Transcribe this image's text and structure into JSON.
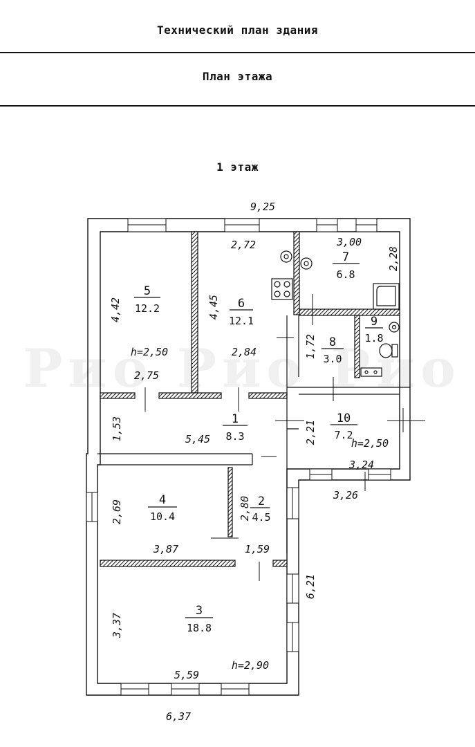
{
  "header": {
    "title": "Технический план здания",
    "subtitle": "План этажа"
  },
  "floor_label": "1 этаж",
  "watermark": "Рио Рио Рио",
  "rooms": [
    {
      "number": "1",
      "area": "8.3"
    },
    {
      "number": "2",
      "area": "4.5"
    },
    {
      "number": "3",
      "area": "18.8"
    },
    {
      "number": "4",
      "area": "10.4"
    },
    {
      "number": "5",
      "area": "12.2"
    },
    {
      "number": "6",
      "area": "12.1"
    },
    {
      "number": "7",
      "area": "6.8"
    },
    {
      "number": "8",
      "area": "3.0"
    },
    {
      "number": "9",
      "area": "1.8"
    },
    {
      "number": "10",
      "area": "7.2"
    }
  ],
  "dimensions": {
    "total_top": "9,25",
    "total_bottom": "6,37",
    "right_side": "6,21",
    "r5_h": "4,42",
    "r5_w": "2,75",
    "r5_ceiling": "h=2,50",
    "r6_top": "2,72",
    "r6_h": "4,45",
    "r6_w": "2,84",
    "r7_w": "3,00",
    "r7_h": "2,28",
    "r8_h": "1,72",
    "r1_h": "1,53",
    "r1_w": "5,45",
    "r10_h": "2,21",
    "r10_w_in": "3,24",
    "r10_w_out": "3,26",
    "r10_ceiling": "h=2,50",
    "r4_h": "2,69",
    "r4_w": "3,87",
    "r2_h": "2,80",
    "r2_w": "1,59",
    "r3_h": "3,37",
    "r3_w": "5,59",
    "r3_ceiling": "h=2,90"
  }
}
